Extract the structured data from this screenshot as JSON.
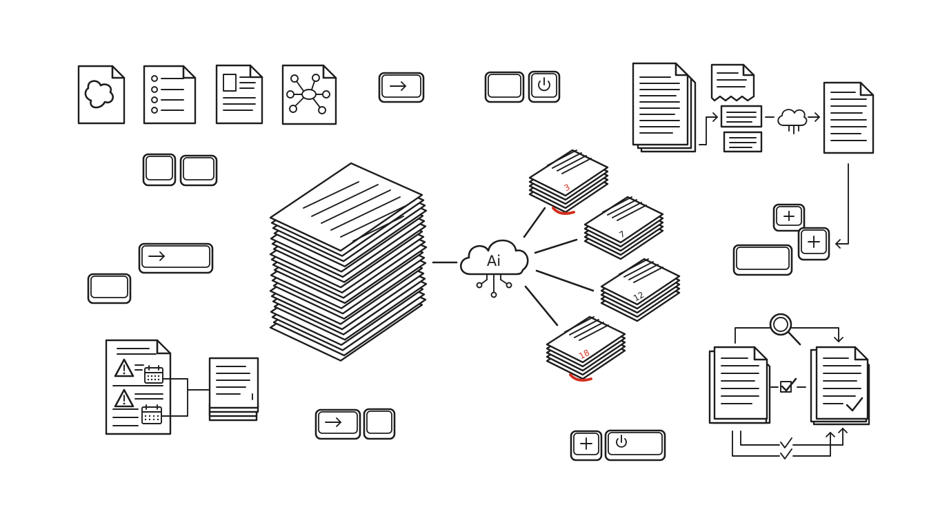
{
  "hub": {
    "label": "Ai"
  },
  "page_numbers": [
    "3",
    "7",
    "12",
    "18"
  ],
  "colors": {
    "ink": "#1d1d1d",
    "accent": "#d32f1e",
    "background": "#ffffff"
  },
  "icons": {
    "source_docs": [
      "image-document-icon",
      "list-document-icon",
      "layout-document-icon",
      "network-document-icon"
    ],
    "keys": [
      "arrow-key-icon",
      "power-key-icon",
      "plus-key-icon",
      "blank-key-icon"
    ],
    "process": [
      "cloud-ai-icon",
      "magnifier-icon",
      "warning-icon",
      "calendar-icon",
      "checkmark-icon"
    ]
  }
}
